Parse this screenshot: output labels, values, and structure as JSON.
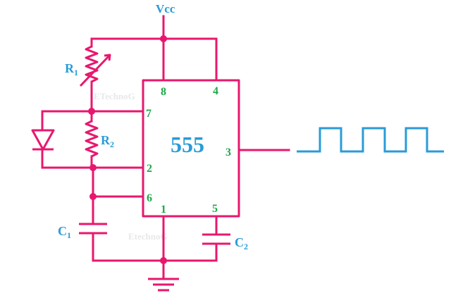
{
  "colors": {
    "wire": "#e8176e",
    "label": "#2a9bd8",
    "pin_number": "#1fa84a",
    "output_wave": "#2a9bd8",
    "watermark": "#e8e8e8"
  },
  "supply": {
    "label": "Vcc"
  },
  "ic": {
    "label": "555",
    "pins": {
      "p8": "8",
      "p4": "4",
      "p7": "7",
      "p2": "2",
      "p6": "6",
      "p3": "3",
      "p1": "1",
      "p5": "5"
    }
  },
  "components": {
    "r1": {
      "name": "R",
      "sub": "1",
      "kind": "variable-resistor"
    },
    "r2": {
      "name": "R",
      "sub": "2",
      "kind": "resistor"
    },
    "c1": {
      "name": "C",
      "sub": "1",
      "kind": "capacitor"
    },
    "c2": {
      "name": "C",
      "sub": "2",
      "kind": "capacitor"
    },
    "d1": {
      "kind": "diode"
    },
    "ground": {
      "kind": "ground-symbol"
    }
  },
  "watermarks": [
    "ETechnoG",
    "EtechnoG"
  ]
}
